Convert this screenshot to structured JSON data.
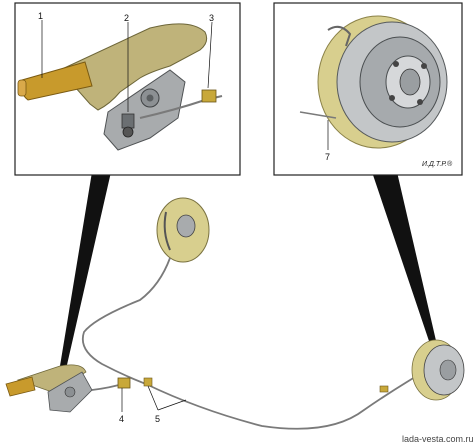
{
  "callouts": {
    "n1": "1",
    "n2": "2",
    "n3": "3",
    "n4": "4",
    "n5": "5",
    "n7": "7"
  },
  "credit": "И.Д.Т.Р.®",
  "watermark": "lada-vesta.com.ru",
  "colors": {
    "handle_olive": "#bfb37a",
    "grip_yellow": "#c89a2c",
    "metal_gray": "#9fa3a6",
    "brake_plate_yellow": "#d8cf8e",
    "cable": "#7a7a7a",
    "pointer": "#111111"
  }
}
